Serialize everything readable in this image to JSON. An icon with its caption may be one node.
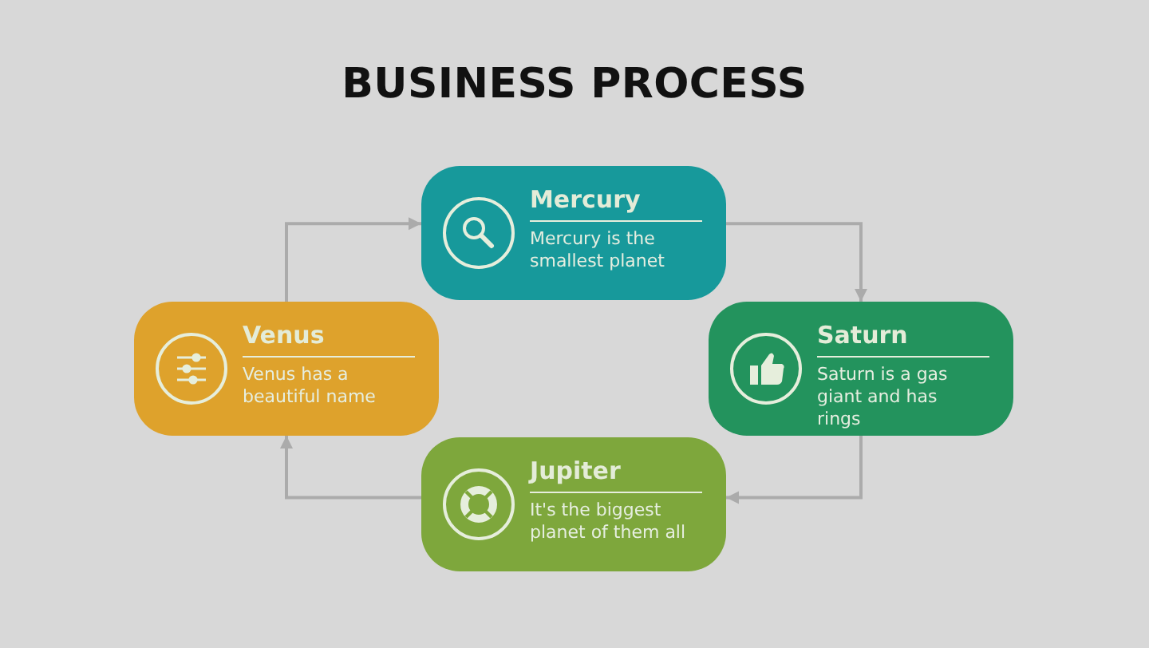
{
  "diagram": {
    "title": "BUSINESS PROCESS",
    "nodes": [
      {
        "text": [
          "Mercury",
          "Mercury is the smallest planet"
        ]
      },
      {
        "text": [
          "Venus",
          "Venus has a beautiful name"
        ]
      },
      {
        "text": [
          "Saturn",
          "Saturn is a gas giant and has rings"
        ]
      },
      {
        "text": [
          "Jupiter",
          "It's the biggest planet of them all"
        ]
      }
    ],
    "edges": [
      {
        "from": 1,
        "to": 0,
        "arrow": "to"
      },
      {
        "from": 0,
        "to": 2,
        "arrow": "to"
      },
      {
        "from": 2,
        "to": 3,
        "arrow": "to"
      },
      {
        "from": 3,
        "to": 1,
        "arrow": "to"
      }
    ]
  }
}
